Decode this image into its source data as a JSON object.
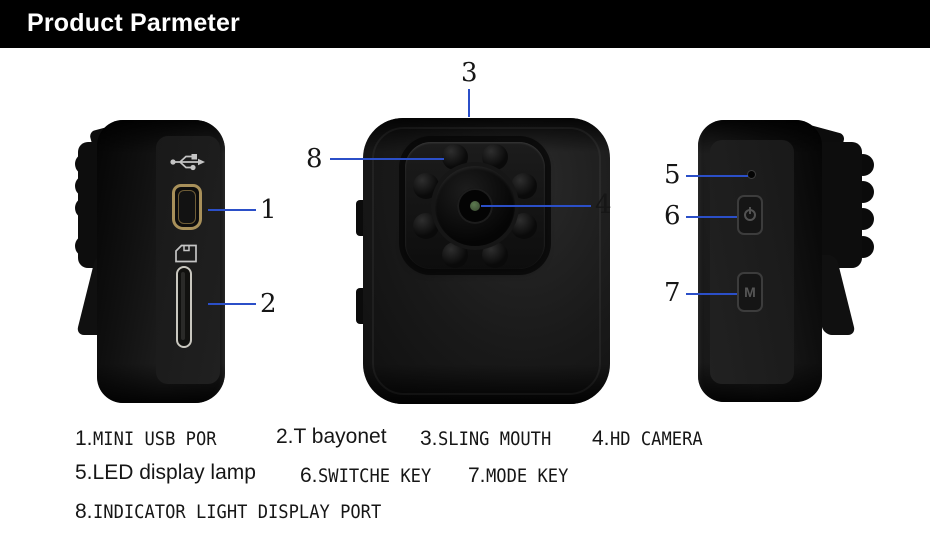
{
  "header": {
    "title": "Product Parmeter"
  },
  "callouts": {
    "c1": "1",
    "c2": "2",
    "c3": "3",
    "c4": "4",
    "c5": "5",
    "c6": "6",
    "c7": "7",
    "c8": "8"
  },
  "legend": {
    "items": [
      {
        "num": "1.",
        "label": "MINI USB POR"
      },
      {
        "num": "2.",
        "label": "T bayonet"
      },
      {
        "num": "3.",
        "label": "SLING MOUTH"
      },
      {
        "num": "4.",
        "label": "HD CAMERA"
      },
      {
        "num": "5.",
        "label": "LED display lamp"
      },
      {
        "num": "6.",
        "label": "SWITCHE KEY"
      },
      {
        "num": "7.",
        "label": "MODE KEY"
      },
      {
        "num": "8.",
        "label": "INDICATOR LIGHT DISPLAY PORT"
      }
    ]
  },
  "right_device": {
    "mode_button_label": "M"
  },
  "icons": {
    "usb": "usb-icon",
    "sd_card": "sd-card-icon",
    "power": "power-icon",
    "led": "led-indicator-hole"
  },
  "colors": {
    "header_bg": "#000000",
    "header_text": "#ffffff",
    "callout_line": "#2b4fc8",
    "usb_port_gold": "#a8905a",
    "device_black": "#161616",
    "lens_aperture_green": "#4a5f3f"
  }
}
